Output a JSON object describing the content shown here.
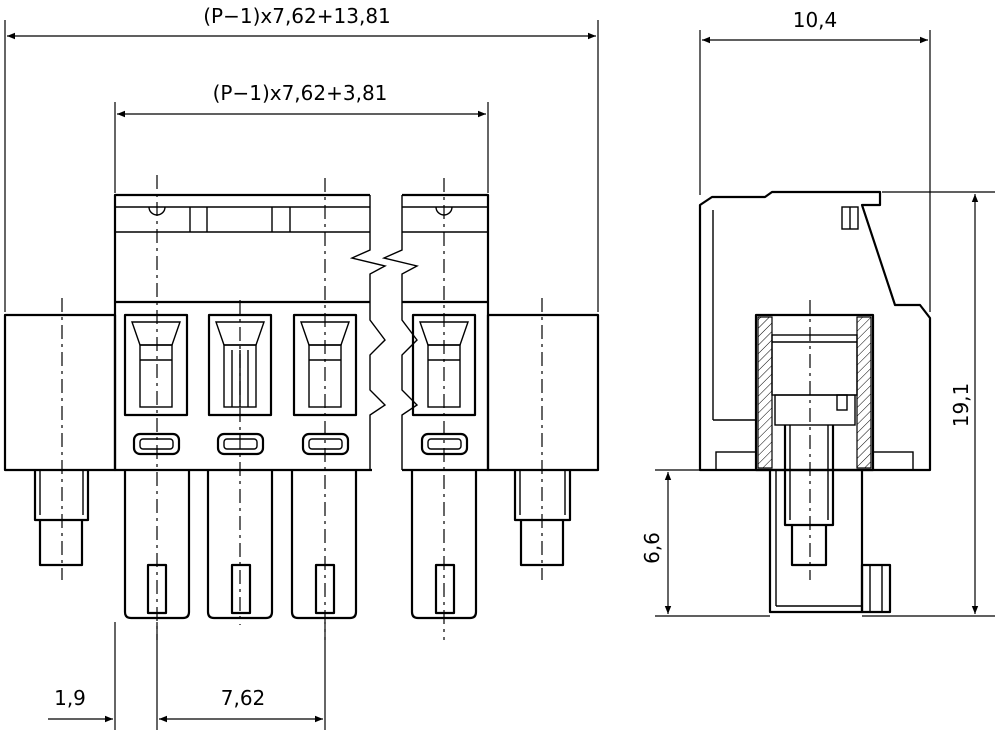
{
  "dimensions": {
    "overall_width": "(P−1)x7,62+13,81",
    "inner_width": "(P−1)x7,62+3,81",
    "side_width": "10,4",
    "side_height": "19,1",
    "pin_length": "6,6",
    "edge_offset": "1,9",
    "pitch": "7,62"
  },
  "colors": {
    "line": "#000000",
    "background": "#ffffff"
  }
}
